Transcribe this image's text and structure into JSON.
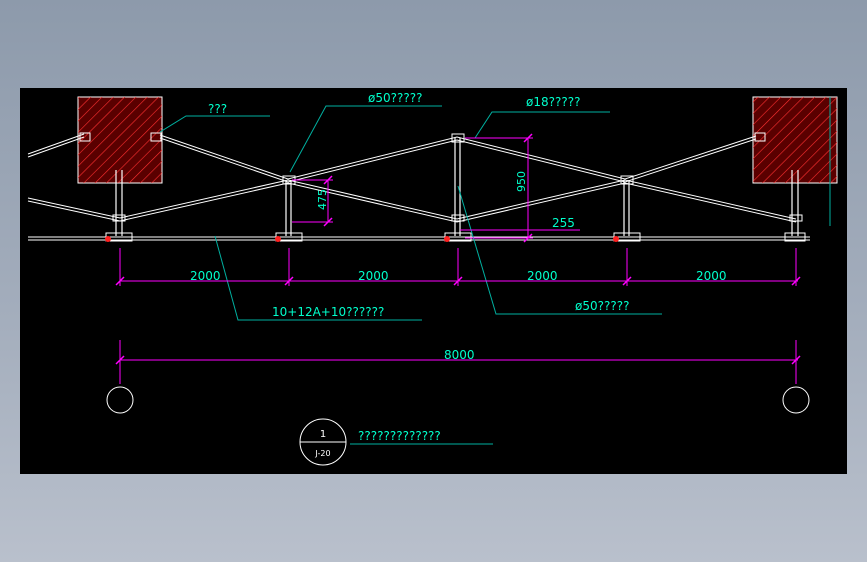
{
  "labels": {
    "top_left": "???",
    "phi50_top": "ø50?????",
    "phi18": "ø18?????",
    "phi50_bottom": "ø50?????",
    "glass": "10+12A+10??????",
    "dim_950": "950",
    "dim_475": "475",
    "dim_255": "255",
    "span_1": "2000",
    "span_2": "2000",
    "span_3": "2000",
    "span_4": "2000",
    "total_span": "8000",
    "detail_number": "1",
    "detail_sheet": "J-20",
    "detail_title": "?????????????"
  },
  "colors": {
    "background": "#000000",
    "dimension": "#ff00ff",
    "leader": "#00b0a0",
    "text": "#00ffcc",
    "structure": "#ffffff",
    "hatch": "#ff3030",
    "marker": "#ff2020"
  }
}
